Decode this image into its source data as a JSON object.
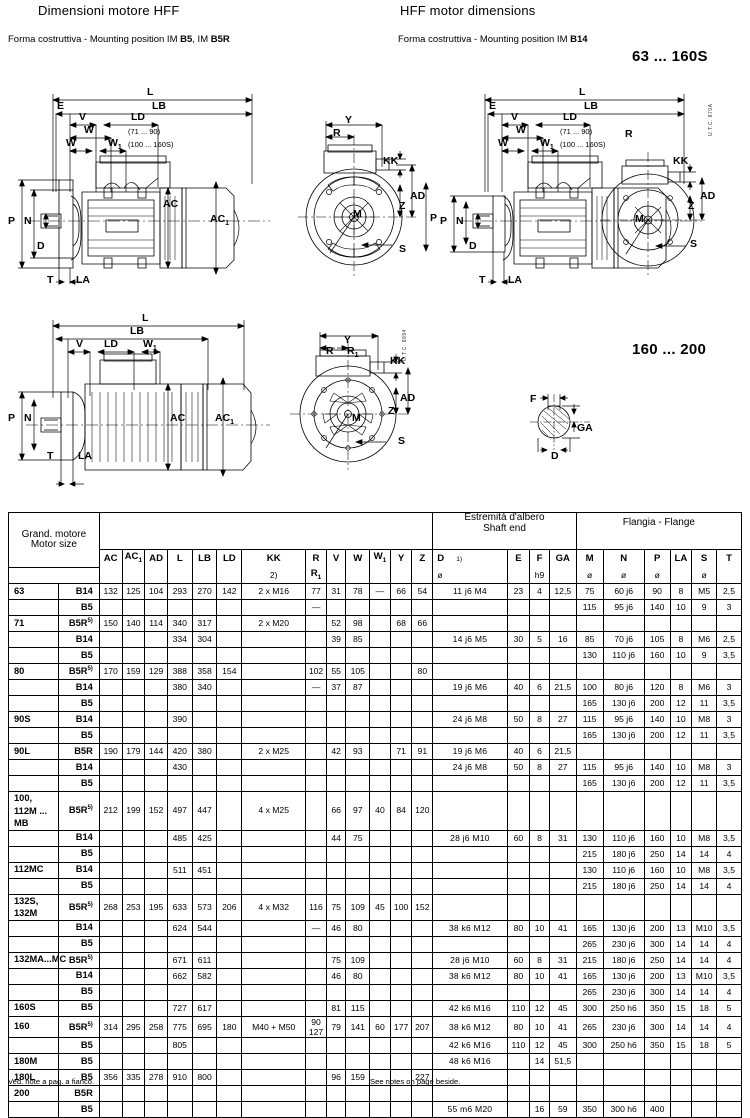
{
  "header": {
    "title_it": "Dimensioni motore HFF",
    "title_en": "HFF motor dimensions",
    "subtitle_it_pre": "Forma costruttiva - Mounting position IM ",
    "subtitle_it_b5": "B5",
    "subtitle_it_mid": ", IM ",
    "subtitle_it_b5r": "B5R",
    "subtitle_en_pre": "Forma costruttiva - Mounting position IM ",
    "subtitle_en_b14": "B14",
    "size_range_top": "63 ... 160S",
    "size_range_bottom": "160 ... 200"
  },
  "drawings": {
    "labels_side": [
      "L",
      "LB",
      "E",
      "V",
      "LD",
      "W",
      "W",
      "P",
      "N",
      "D",
      "AC",
      "AC",
      "T",
      "LA"
    ],
    "note_71_90": "(71  ... 90)",
    "note_100_160S": "(100 ... 160S)",
    "labels_end": [
      "Y",
      "R",
      "KK",
      "AD",
      "Z",
      "M",
      "S",
      "P"
    ],
    "label_r1": "R",
    "shaft_detail": [
      "F",
      "GA",
      "D"
    ],
    "utc_top": "U.T.C. 870A",
    "utc_bottom": "U.T.C. 8994"
  },
  "table": {
    "group_motor_size_it": "Grand. motore",
    "group_motor_size_en": "Motor size",
    "group_shaft_it": "Estremità d'albero",
    "group_shaft_en": "Shaft end",
    "group_flange": "Flangia - Flange",
    "columns": [
      "AC",
      "AC1",
      "AD",
      "L",
      "LB",
      "LD",
      "KK",
      "R R1",
      "V",
      "W",
      "W1",
      "Y",
      "Z",
      "D",
      "E",
      "F",
      "GA",
      "M",
      "N",
      "P",
      "LA",
      "S",
      "T"
    ],
    "col_kk_note": "2)",
    "col_d_note": "1)",
    "col_f_note": "h9",
    "diameter_symbol": "ø",
    "rows": [
      {
        "size": "63",
        "type": "B14",
        "sup": "",
        "AC": "132",
        "AC1": "125",
        "AD": "104",
        "L": "293",
        "LB": "270",
        "LD": "142",
        "KK": "2 x M16",
        "R": "77",
        "V": "31",
        "W": "78",
        "W1": "—",
        "Y": "66",
        "Z": "54",
        "D": "11  j6  M4",
        "E": "23",
        "F": "4",
        "GA": "12,5",
        "M": "75",
        "N": "60 j6",
        "P": "90",
        "LA": "8",
        "S": "M5",
        "T": "2,5"
      },
      {
        "size": "",
        "type": "B5",
        "sup": "",
        "AC": "",
        "AC1": "",
        "AD": "",
        "L": "",
        "LB": "",
        "LD": "",
        "KK": "",
        "R": "—",
        "V": "",
        "W": "",
        "W1": "",
        "Y": "",
        "Z": "",
        "D": "",
        "E": "",
        "F": "",
        "GA": "",
        "M": "115",
        "N": "95 j6",
        "P": "140",
        "LA": "10",
        "S": "9",
        "T": "3"
      },
      {
        "size": "71",
        "type": "B5R",
        "sup": "5)",
        "AC": "150",
        "AC1": "140",
        "AD": "114",
        "L": "340",
        "LB": "317",
        "LD": "",
        "KK": "2 x M20",
        "R": "",
        "V": "52",
        "W": "98",
        "W1": "",
        "Y": "68",
        "Z": "66",
        "D": "",
        "E": "",
        "F": "",
        "GA": "",
        "M": "",
        "N": "",
        "P": "",
        "LA": "",
        "S": "",
        "T": ""
      },
      {
        "size": "",
        "type": "B14",
        "sup": "",
        "AC": "",
        "AC1": "",
        "AD": "",
        "L": "334",
        "LB": "304",
        "LD": "",
        "KK": "",
        "R": "",
        "V": "39",
        "W": "85",
        "W1": "",
        "Y": "",
        "Z": "",
        "D": "14  j6  M5",
        "E": "30",
        "F": "5",
        "GA": "16",
        "M": "85",
        "N": "70 j6",
        "P": "105",
        "LA": "8",
        "S": "M6",
        "T": "2,5"
      },
      {
        "size": "",
        "type": "B5",
        "sup": "",
        "AC": "",
        "AC1": "",
        "AD": "",
        "L": "",
        "LB": "",
        "LD": "",
        "KK": "",
        "R": "",
        "V": "",
        "W": "",
        "W1": "",
        "Y": "",
        "Z": "",
        "D": "",
        "E": "",
        "F": "",
        "GA": "",
        "M": "130",
        "N": "110 j6",
        "P": "160",
        "LA": "10",
        "S": "9",
        "T": "3,5"
      },
      {
        "size": "80",
        "type": "B5R",
        "sup": "5)",
        "AC": "170",
        "AC1": "159",
        "AD": "129",
        "L": "388",
        "LB": "358",
        "LD": "154",
        "KK": "",
        "R": "102",
        "V": "55",
        "W": "105",
        "W1": "",
        "Y": "",
        "Z": "80",
        "D": "",
        "E": "",
        "F": "",
        "GA": "",
        "M": "",
        "N": "",
        "P": "",
        "LA": "",
        "S": "",
        "T": ""
      },
      {
        "size": "",
        "type": "B14",
        "sup": "",
        "AC": "",
        "AC1": "",
        "AD": "",
        "L": "380",
        "LB": "340",
        "LD": "",
        "KK": "",
        "R": "—",
        "V": "37",
        "W": "87",
        "W1": "",
        "Y": "",
        "Z": "",
        "D": "19  j6  M6",
        "E": "40",
        "F": "6",
        "GA": "21,5",
        "M": "100",
        "N": "80 j6",
        "P": "120",
        "LA": "8",
        "S": "M6",
        "T": "3"
      },
      {
        "size": "",
        "type": "B5",
        "sup": "",
        "AC": "",
        "AC1": "",
        "AD": "",
        "L": "",
        "LB": "",
        "LD": "",
        "KK": "",
        "R": "",
        "V": "",
        "W": "",
        "W1": "",
        "Y": "",
        "Z": "",
        "D": "",
        "E": "",
        "F": "",
        "GA": "",
        "M": "165",
        "N": "130 j6",
        "P": "200",
        "LA": "12",
        "S": "11",
        "T": "3,5"
      },
      {
        "size": "90S",
        "type": "B14",
        "sup": "",
        "AC": "",
        "AC1": "",
        "AD": "",
        "L": "390",
        "LB": "",
        "LD": "",
        "KK": "",
        "R": "",
        "V": "",
        "W": "",
        "W1": "",
        "Y": "",
        "Z": "",
        "D": "24  j6  M8",
        "E": "50",
        "F": "8",
        "GA": "27",
        "M": "115",
        "N": "95 j6",
        "P": "140",
        "LA": "10",
        "S": "M8",
        "T": "3"
      },
      {
        "size": "",
        "type": "B5",
        "sup": "",
        "AC": "",
        "AC1": "",
        "AD": "",
        "L": "",
        "LB": "",
        "LD": "",
        "KK": "",
        "R": "",
        "V": "",
        "W": "",
        "W1": "",
        "Y": "",
        "Z": "",
        "D": "",
        "E": "",
        "F": "",
        "GA": "",
        "M": "165",
        "N": "130 j6",
        "P": "200",
        "LA": "12",
        "S": "11",
        "T": "3,5"
      },
      {
        "size": "90L",
        "type": "B5R",
        "sup": "",
        "AC": "190",
        "AC1": "179",
        "AD": "144",
        "L": "420",
        "LB": "380",
        "LD": "",
        "KK": "2 x M25",
        "R": "",
        "V": "42",
        "W": "93",
        "W1": "",
        "Y": "71",
        "Z": "91",
        "D": "19  j6  M6",
        "E": "40",
        "F": "6",
        "GA": "21,5",
        "M": "",
        "N": "",
        "P": "",
        "LA": "",
        "S": "",
        "T": ""
      },
      {
        "size": "",
        "type": "B14",
        "sup": "",
        "AC": "",
        "AC1": "",
        "AD": "",
        "L": "430",
        "LB": "",
        "LD": "",
        "KK": "",
        "R": "",
        "V": "",
        "W": "",
        "W1": "",
        "Y": "",
        "Z": "",
        "D": "24  j6  M8",
        "E": "50",
        "F": "8",
        "GA": "27",
        "M": "115",
        "N": "95 j6",
        "P": "140",
        "LA": "10",
        "S": "M8",
        "T": "3"
      },
      {
        "size": "",
        "type": "B5",
        "sup": "",
        "AC": "",
        "AC1": "",
        "AD": "",
        "L": "",
        "LB": "",
        "LD": "",
        "KK": "",
        "R": "",
        "V": "",
        "W": "",
        "W1": "",
        "Y": "",
        "Z": "",
        "D": "",
        "E": "",
        "F": "",
        "GA": "",
        "M": "165",
        "N": "130 j6",
        "P": "200",
        "LA": "12",
        "S": "11",
        "T": "3,5"
      },
      {
        "size": "100,",
        "size2": "112M ... MB",
        "type": "B5R",
        "sup": "5)",
        "AC": "212",
        "AC1": "199",
        "AD": "152",
        "L": "497",
        "LB": "447",
        "LD": "",
        "KK": "4 x M25",
        "R": "",
        "V": "66",
        "W": "97",
        "W1": "40",
        "Y": "84",
        "Z": "120",
        "D": "",
        "E": "",
        "F": "",
        "GA": "",
        "M": "",
        "N": "",
        "P": "",
        "LA": "",
        "S": "",
        "T": ""
      },
      {
        "size": "",
        "type": "B14",
        "sup": "",
        "AC": "",
        "AC1": "",
        "AD": "",
        "L": "485",
        "LB": "425",
        "LD": "",
        "KK": "",
        "R": "",
        "V": "44",
        "W": "75",
        "W1": "",
        "Y": "",
        "Z": "",
        "D": "28  j6  M10",
        "E": "60",
        "F": "8",
        "GA": "31",
        "M": "130",
        "N": "110 j6",
        "P": "160",
        "LA": "10",
        "S": "M8",
        "T": "3,5"
      },
      {
        "size": "",
        "type": "B5",
        "sup": "",
        "AC": "",
        "AC1": "",
        "AD": "",
        "L": "",
        "LB": "",
        "LD": "",
        "KK": "",
        "R": "",
        "V": "",
        "W": "",
        "W1": "",
        "Y": "",
        "Z": "",
        "D": "",
        "E": "",
        "F": "",
        "GA": "",
        "M": "215",
        "N": "180 j6",
        "P": "250",
        "LA": "14",
        "S": "14",
        "T": "4"
      },
      {
        "size": "112MC",
        "type": "B14",
        "sup": "",
        "AC": "",
        "AC1": "",
        "AD": "",
        "L": "511",
        "LB": "451",
        "LD": "",
        "KK": "",
        "R": "",
        "V": "",
        "W": "",
        "W1": "",
        "Y": "",
        "Z": "",
        "D": "",
        "E": "",
        "F": "",
        "GA": "",
        "M": "130",
        "N": "110 j6",
        "P": "160",
        "LA": "10",
        "S": "M8",
        "T": "3,5"
      },
      {
        "size": "",
        "type": "B5",
        "sup": "",
        "AC": "",
        "AC1": "",
        "AD": "",
        "L": "",
        "LB": "",
        "LD": "",
        "KK": "",
        "R": "",
        "V": "",
        "W": "",
        "W1": "",
        "Y": "",
        "Z": "",
        "D": "",
        "E": "",
        "F": "",
        "GA": "",
        "M": "215",
        "N": "180 j6",
        "P": "250",
        "LA": "14",
        "S": "14",
        "T": "4"
      },
      {
        "size": "132S,",
        "size2": "132M",
        "type": "B5R",
        "sup": "5)",
        "AC": "268",
        "AC1": "253",
        "AD": "195",
        "L": "633",
        "LB": "573",
        "LD": "206",
        "KK": "4 x M32",
        "R": "116",
        "V": "75",
        "W": "109",
        "W1": "45",
        "Y": "100",
        "Z": "152",
        "D": "",
        "E": "",
        "F": "",
        "GA": "",
        "M": "",
        "N": "",
        "P": "",
        "LA": "",
        "S": "",
        "T": ""
      },
      {
        "size": "",
        "type": "B14",
        "sup": "",
        "AC": "",
        "AC1": "",
        "AD": "",
        "L": "624",
        "LB": "544",
        "LD": "",
        "KK": "",
        "R": "—",
        "V": "46",
        "W": "80",
        "W1": "",
        "Y": "",
        "Z": "",
        "D": "38  k6  M12",
        "E": "80",
        "F": "10",
        "GA": "41",
        "M": "165",
        "N": "130 j6",
        "P": "200",
        "LA": "13",
        "S": "M10",
        "T": "3,5"
      },
      {
        "size": "",
        "type": "B5",
        "sup": "",
        "AC": "",
        "AC1": "",
        "AD": "",
        "L": "",
        "LB": "",
        "LD": "",
        "KK": "",
        "R": "",
        "V": "",
        "W": "",
        "W1": "",
        "Y": "",
        "Z": "",
        "D": "",
        "E": "",
        "F": "",
        "GA": "",
        "M": "265",
        "N": "230 j6",
        "P": "300",
        "LA": "14",
        "S": "14",
        "T": "4"
      },
      {
        "size": "132MA...MC",
        "type": "B5R",
        "sup": "5)",
        "AC": "",
        "AC1": "",
        "AD": "",
        "L": "671",
        "LB": "611",
        "LD": "",
        "KK": "",
        "R": "",
        "V": "75",
        "W": "109",
        "W1": "",
        "Y": "",
        "Z": "",
        "D": "28  j6  M10",
        "E": "60",
        "F": "8",
        "GA": "31",
        "M": "215",
        "N": "180 j6",
        "P": "250",
        "LA": "14",
        "S": "14",
        "T": "4"
      },
      {
        "size": "",
        "type": "B14",
        "sup": "",
        "AC": "",
        "AC1": "",
        "AD": "",
        "L": "662",
        "LB": "582",
        "LD": "",
        "KK": "",
        "R": "",
        "V": "46",
        "W": "80",
        "W1": "",
        "Y": "",
        "Z": "",
        "D": "38  k6  M12",
        "E": "80",
        "F": "10",
        "GA": "41",
        "M": "165",
        "N": "130 j6",
        "P": "200",
        "LA": "13",
        "S": "M10",
        "T": "3,5"
      },
      {
        "size": "",
        "type": "B5",
        "sup": "",
        "AC": "",
        "AC1": "",
        "AD": "",
        "L": "",
        "LB": "",
        "LD": "",
        "KK": "",
        "R": "",
        "V": "",
        "W": "",
        "W1": "",
        "Y": "",
        "Z": "",
        "D": "",
        "E": "",
        "F": "",
        "GA": "",
        "M": "265",
        "N": "230 j6",
        "P": "300",
        "LA": "14",
        "S": "14",
        "T": "4"
      },
      {
        "size": "160S",
        "type": "B5",
        "sup": "",
        "AC": "",
        "AC1": "",
        "AD": "",
        "L": "727",
        "LB": "617",
        "LD": "",
        "KK": "",
        "R": "",
        "V": "81",
        "W": "115",
        "W1": "",
        "Y": "",
        "Z": "",
        "D": "42  k6  M16",
        "E": "110",
        "F": "12",
        "GA": "45",
        "M": "300",
        "N": "250 h6",
        "P": "350",
        "LA": "15",
        "S": "18",
        "T": "5"
      },
      {
        "size": "160",
        "type": "B5R",
        "sup": "5)",
        "AC": "314",
        "AC1": "295",
        "AD": "258",
        "L": "775",
        "LB": "695",
        "LD": "180",
        "KK": "M40 + M50",
        "R": "90",
        "R2": "127",
        "V": "79",
        "W": "141",
        "W1": "60",
        "Y": "177",
        "Z": "207",
        "D": "38  k6  M12",
        "E": "80",
        "F": "10",
        "GA": "41",
        "M": "265",
        "N": "230 j6",
        "P": "300",
        "LA": "14",
        "S": "14",
        "T": "4"
      },
      {
        "size": "",
        "type": "B5",
        "sup": "",
        "AC": "",
        "AC1": "",
        "AD": "",
        "L": "805",
        "LB": "",
        "LD": "",
        "KK": "",
        "R": "",
        "V": "",
        "W": "",
        "W1": "",
        "Y": "",
        "Z": "",
        "D": "42  k6  M16",
        "E": "110",
        "F": "12",
        "GA": "45",
        "M": "300",
        "N": "250 h6",
        "P": "350",
        "LA": "15",
        "S": "18",
        "T": "5"
      },
      {
        "size": "180M",
        "type": "B5",
        "sup": "",
        "AC": "",
        "AC1": "",
        "AD": "",
        "L": "",
        "LB": "",
        "LD": "",
        "KK": "",
        "R": "",
        "V": "",
        "W": "",
        "W1": "",
        "Y": "",
        "Z": "",
        "D": "48  k6  M16",
        "E": "",
        "F": "14",
        "GA": "51,5",
        "M": "",
        "N": "",
        "P": "",
        "LA": "",
        "S": "",
        "T": ""
      },
      {
        "size": "180L",
        "type": "B5",
        "sup": "",
        "AC": "356",
        "AC1": "335",
        "AD": "278",
        "L": "910",
        "LB": "800",
        "LD": "",
        "KK": "",
        "R": "",
        "V": "96",
        "W": "159",
        "W1": "",
        "Y": "",
        "Z": "227",
        "D": "",
        "E": "",
        "F": "",
        "GA": "",
        "M": "",
        "N": "",
        "P": "",
        "LA": "",
        "S": "",
        "T": ""
      },
      {
        "size": "200",
        "type": "B5R",
        "sup": "",
        "AC": "",
        "AC1": "",
        "AD": "",
        "L": "",
        "LB": "",
        "LD": "",
        "KK": "",
        "R": "",
        "V": "",
        "W": "",
        "W1": "",
        "Y": "",
        "Z": "",
        "D": "",
        "E": "",
        "F": "",
        "GA": "",
        "M": "",
        "N": "",
        "P": "",
        "LA": "",
        "S": "",
        "T": ""
      },
      {
        "size": "",
        "type": "B5",
        "sup": "",
        "AC": "",
        "AC1": "",
        "AD": "",
        "L": "",
        "LB": "",
        "LD": "",
        "KK": "",
        "R": "",
        "V": "",
        "W": "",
        "W1": "",
        "Y": "",
        "Z": "",
        "D": "55 m6  M20",
        "E": "",
        "F": "16",
        "GA": "59",
        "M": "350",
        "N": "300 h6",
        "P": "400",
        "LA": "",
        "S": "",
        "T": ""
      }
    ]
  },
  "footer": {
    "note_it": "Ved. note a pag. a fianco.",
    "note_en": "See notes on page beside."
  }
}
